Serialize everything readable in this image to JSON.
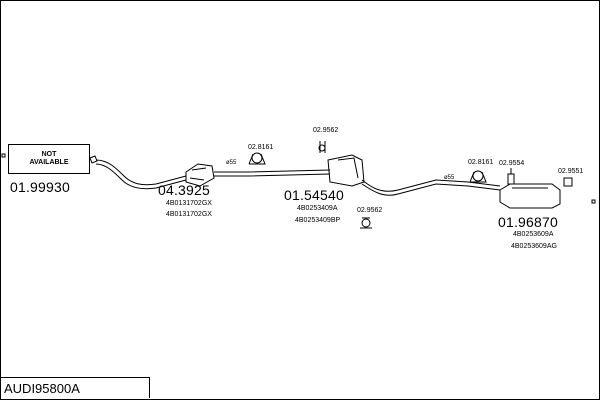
{
  "title": "AUDI95800A",
  "not_available": "NOT AVAILABLE",
  "parts": [
    {
      "number": "01.99930",
      "oem": []
    },
    {
      "number": "04.3925",
      "oem": [
        "4B0131702GX",
        "4B0131702GX"
      ]
    },
    {
      "number": "01.54540",
      "oem": [
        "4B0253409A",
        "4B0253409BP"
      ]
    },
    {
      "number": "01.96870",
      "oem": [
        "4B0253609A",
        "4B0253609AG"
      ]
    }
  ],
  "fittings": [
    "02.8161",
    "02.9562",
    "02.9562",
    "02.8161",
    "02.9554",
    "02.9551"
  ],
  "pipe_diameters": [
    "ø55",
    "ø55"
  ]
}
